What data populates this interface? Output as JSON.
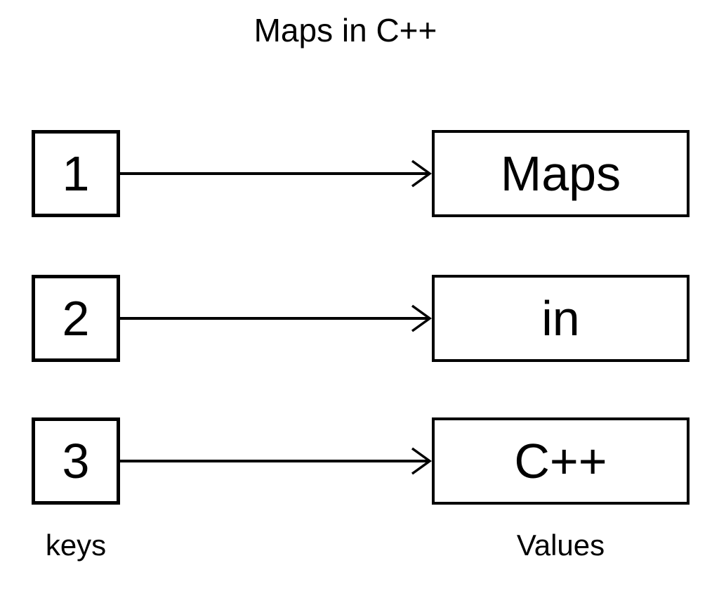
{
  "title": "Maps in C++",
  "column_labels": {
    "keys": "keys",
    "values": "Values"
  },
  "mappings": [
    {
      "key": "1",
      "value": "Maps"
    },
    {
      "key": "2",
      "value": "in"
    },
    {
      "key": "3",
      "value": "C++"
    }
  ],
  "colors": {
    "foreground": "#000000",
    "background": "#ffffff"
  }
}
